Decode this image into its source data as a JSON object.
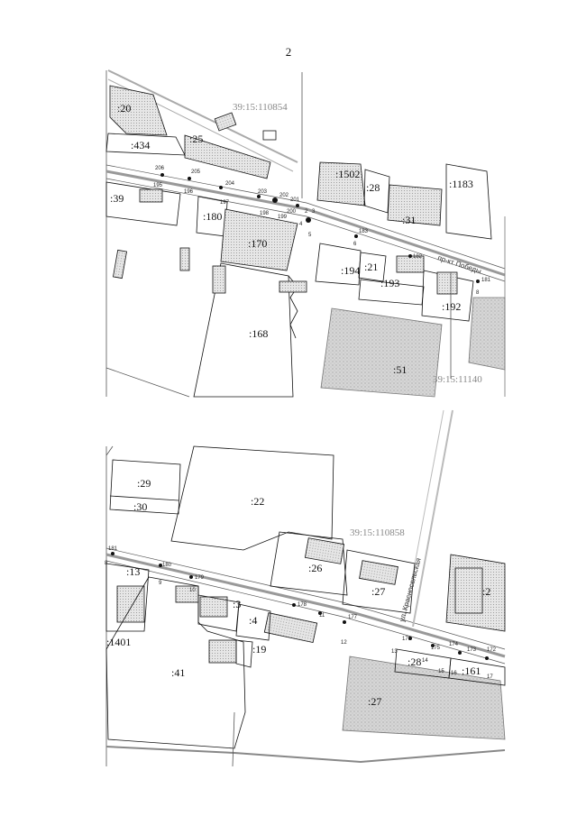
{
  "page": {
    "number": "2"
  },
  "map_top": {
    "quarter_labels": [
      "39:15:110854",
      "39:15:11140"
    ],
    "street": "пр-кт Победы",
    "parcels": [
      ":20",
      ":434",
      ":25",
      ":39",
      ":180",
      ":170",
      ":168",
      ":1502",
      ":28",
      ":1183",
      ":31",
      ":21",
      ":194",
      ":193",
      ":192",
      ":51"
    ],
    "points": [
      "206",
      "205",
      "204",
      "203",
      "202",
      "201",
      "200",
      "199",
      "198",
      "197",
      "196",
      "195",
      "2",
      "3",
      "4",
      "5",
      "6",
      "183",
      "182",
      "181",
      "8"
    ]
  },
  "map_bottom": {
    "quarter_labels": [
      "39:15:110858"
    ],
    "street": "ул. Красносельская",
    "parcels": [
      ":29",
      ":30",
      ":22",
      ":26",
      ":27",
      ":2",
      ":13",
      ":3",
      ":4",
      ":19",
      ":41",
      ":1401",
      ":28",
      ":161",
      ":27"
    ],
    "points": [
      "181",
      "8",
      "180",
      "179",
      "9",
      "10",
      "178",
      "11",
      "177",
      "12",
      "176",
      "13",
      "175",
      "174",
      "173",
      "172",
      "14",
      "15",
      "16",
      "17"
    ]
  }
}
